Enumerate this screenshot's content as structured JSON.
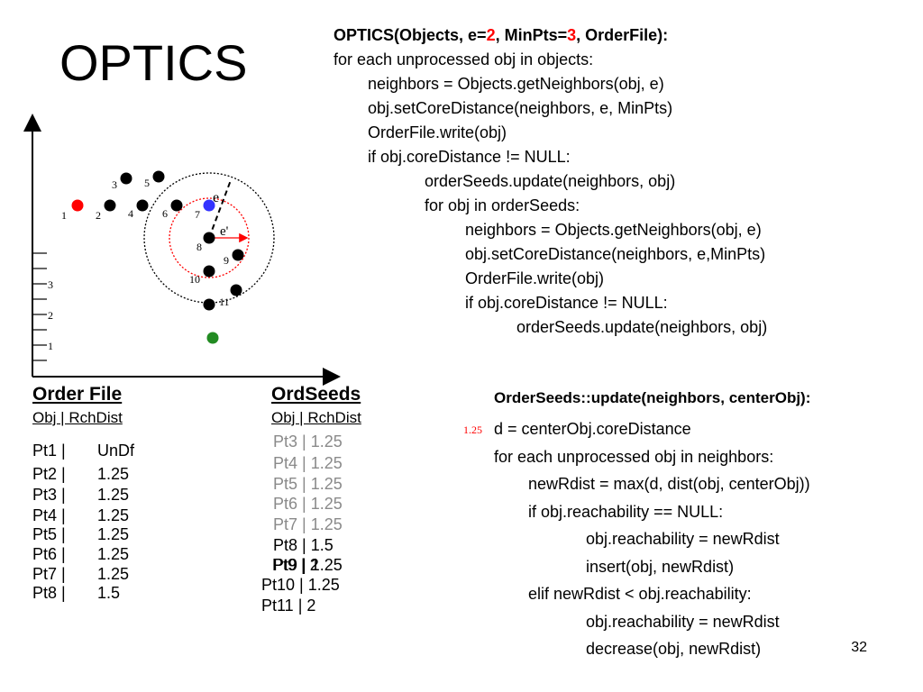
{
  "slide": {
    "title": "OPTICS",
    "number": "32"
  },
  "algorithm": {
    "header": {
      "prefix": "OPTICS(Objects, e=",
      "e_value": "2",
      "mid": ", MinPts=",
      "minpts_value": "3",
      "suffix": ", OrderFile):"
    },
    "lines": [
      {
        "indent": 0,
        "text": "for each unprocessed obj in objects:"
      },
      {
        "indent": 1,
        "text": "neighbors = Objects.getNeighbors(obj, e)"
      },
      {
        "indent": 1,
        "text": "obj.setCoreDistance(neighbors, e, MinPts)"
      },
      {
        "indent": 1,
        "text": "OrderFile.write(obj)"
      },
      {
        "indent": 1,
        "text": "if obj.coreDistance != NULL:"
      },
      {
        "indent": 2,
        "text": "orderSeeds.update(neighbors, obj)"
      },
      {
        "indent": 2,
        "text": "for obj in orderSeeds:"
      },
      {
        "indent": 3,
        "text": "neighbors = Objects.getNeighbors(obj, e)"
      },
      {
        "indent": 3,
        "text": "obj.setCoreDistance(neighbors, e,MinPts)"
      },
      {
        "indent": 3,
        "text": "OrderFile.write(obj)"
      },
      {
        "indent": 3,
        "text": "if obj.coreDistance != NULL:"
      },
      {
        "indent": 4,
        "text": "orderSeeds.update(neighbors, obj)"
      }
    ]
  },
  "update_proc": {
    "header": "OrderSeeds::update(neighbors, centerObj):",
    "annotation": "1.25",
    "lines": [
      {
        "indent": 0,
        "text": "d = centerObj.coreDistance"
      },
      {
        "indent": 0,
        "text": "for each unprocessed obj in neighbors:"
      },
      {
        "indent": 1,
        "text": "newRdist = max(d, dist(obj, centerObj))"
      },
      {
        "indent": 1,
        "text": "if obj.reachability == NULL:"
      },
      {
        "indent": 2,
        "text": "obj.reachability = newRdist"
      },
      {
        "indent": 2,
        "text": "insert(obj, newRdist)"
      },
      {
        "indent": 1,
        "text": "elif newRdist < obj.reachability:"
      },
      {
        "indent": 2,
        "text": "obj.reachability = newRdist"
      },
      {
        "indent": 2,
        "text": "decrease(obj, newRdist)"
      }
    ]
  },
  "order_file": {
    "title": "Order File",
    "subheader": "Obj |  RchDist",
    "rows": [
      {
        "obj": "Pt1 |",
        "dist": "UnDf"
      },
      {
        "obj": "Pt2 |",
        "dist": "1.25"
      },
      {
        "obj": "Pt3 |",
        "dist": "1.25"
      },
      {
        "obj": "Pt4 |",
        "dist": "1.25"
      },
      {
        "obj": "Pt5 |",
        "dist": "1.25"
      },
      {
        "obj": "Pt6 |",
        "dist": "1.25"
      },
      {
        "obj": "Pt7 |",
        "dist": "1.25"
      },
      {
        "obj": "Pt8 |",
        "dist": "1.5"
      }
    ]
  },
  "ord_seeds": {
    "title": "OrdSeeds",
    "subheader": "Obj |  RchDist",
    "rows": [
      {
        "text": "Pt3 |  1.25",
        "state": "removed"
      },
      {
        "text": "Pt4 |  1.25",
        "state": "removed"
      },
      {
        "text": "Pt5 |  1.25",
        "state": "removed"
      },
      {
        "text": "Pt6 |  1.25",
        "state": "removed"
      },
      {
        "text": "Pt7 |  1.25",
        "state": "removed"
      },
      {
        "text": "Pt8 |  1.5",
        "state": "active"
      },
      {
        "text": "Pt9 |  2",
        "state": "active"
      },
      {
        "text": "Pt9 |  1.25",
        "state": "active"
      },
      {
        "text": "Pt10 |  1.25",
        "state": "active"
      },
      {
        "text": "Pt11 |  2",
        "state": "active"
      }
    ]
  },
  "diagram": {
    "labels": {
      "e": "e",
      "e_prime": "e'"
    },
    "y_ticks": [
      "1",
      "2",
      "3"
    ],
    "points": [
      {
        "label": "1",
        "color": "#ff0000"
      },
      {
        "label": "2",
        "color": "#000000"
      },
      {
        "label": "3",
        "color": "#000000"
      },
      {
        "label": "4",
        "color": "#000000"
      },
      {
        "label": "5",
        "color": "#000000"
      },
      {
        "label": "6",
        "color": "#000000"
      },
      {
        "label": "7",
        "color": "#3333ff"
      },
      {
        "label": "8",
        "color": "#000000"
      },
      {
        "label": "9",
        "color": "#000000"
      },
      {
        "label": "10",
        "color": "#000000"
      },
      {
        "label": "11",
        "color": "#000000"
      },
      {
        "label": "",
        "color": "#228b22"
      }
    ]
  }
}
